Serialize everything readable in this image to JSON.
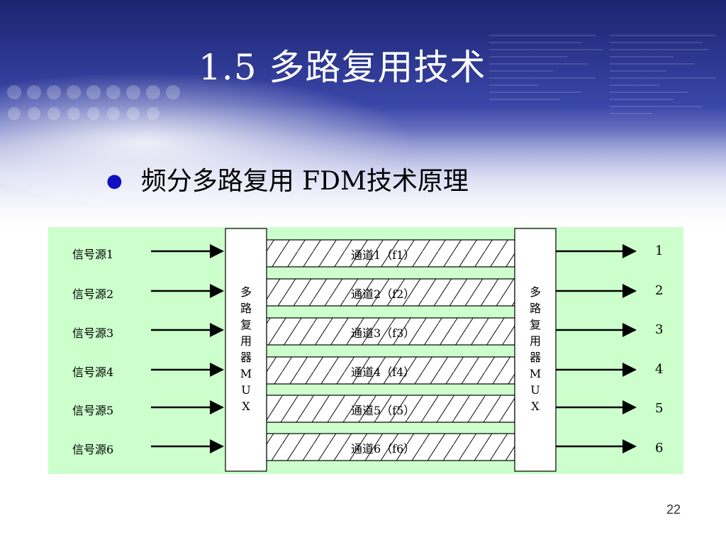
{
  "title": "1.5 多路复用技术",
  "bullet": "频分多路复用 FDM技术原理",
  "sources": [
    "信号源1",
    "信号源2",
    "信号源3",
    "信号源4",
    "信号源5",
    "信号源6"
  ],
  "channels": [
    "通道1（f1）",
    "通道2（f2）",
    "通道3（f3）",
    "通道4（f4）",
    "通道5（f5）",
    "通道6（f6）"
  ],
  "outputs": [
    "1",
    "2",
    "3",
    "4",
    "5",
    "6"
  ],
  "mux_left": [
    "多",
    "路",
    "复",
    "用",
    "器",
    "M",
    "U",
    "X"
  ],
  "mux_right": [
    "多",
    "路",
    "复",
    "用",
    "器",
    "M",
    "U",
    "X"
  ],
  "page_number": "22",
  "colors": {
    "diagram_bg": "#ccffcc",
    "banner_dark": "#1a1f6e",
    "bullet": "#1010c0"
  }
}
